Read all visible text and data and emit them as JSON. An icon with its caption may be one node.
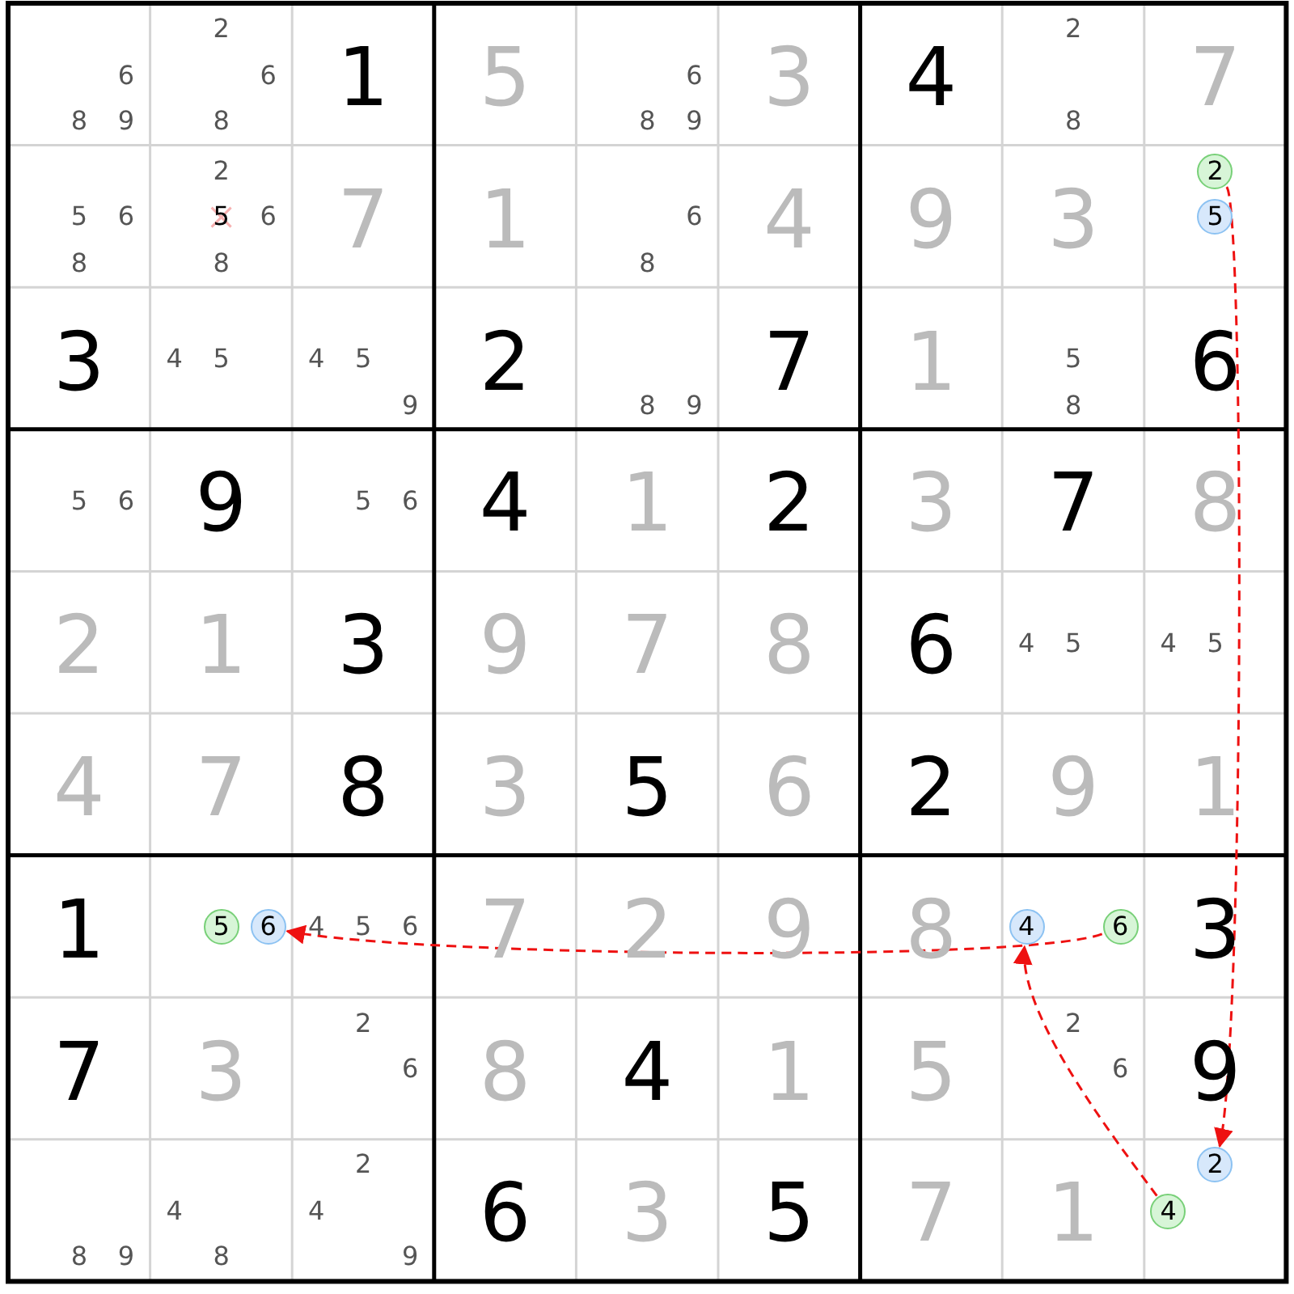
{
  "diagram": {
    "nodes": [
      {
        "text": [
          "2"
        ]
      },
      {
        "text": [
          "5"
        ]
      },
      {
        "text": [
          "5"
        ]
      },
      {
        "text": [
          "6"
        ]
      },
      {
        "text": [
          "4"
        ]
      },
      {
        "text": [
          "6"
        ]
      },
      {
        "text": [
          "2"
        ]
      },
      {
        "text": [
          "4"
        ]
      }
    ],
    "edges": [
      {
        "from": 0,
        "to": 6,
        "arrow": "to",
        "style": "dashed"
      },
      {
        "from": 7,
        "to": 4,
        "arrow": "to",
        "style": "dashed"
      },
      {
        "from": 5,
        "to": 3,
        "arrow": "to",
        "style": "dashed"
      }
    ],
    "labels": [
      "6",
      "8",
      "9",
      "2",
      "6",
      "8",
      "1",
      "5",
      "6",
      "8",
      "9",
      "3",
      "4",
      "2",
      "8",
      "7",
      "5",
      "6",
      "8",
      "2",
      "5",
      "6",
      "8",
      "7",
      "1",
      "6",
      "8",
      "4",
      "9",
      "3",
      "3",
      "4",
      "5",
      "4",
      "5",
      "9",
      "2",
      "8",
      "9",
      "7",
      "1",
      "5",
      "8",
      "6",
      "5",
      "6",
      "9",
      "5",
      "6",
      "4",
      "1",
      "2",
      "3",
      "7",
      "8",
      "2",
      "1",
      "3",
      "9",
      "7",
      "8",
      "6",
      "4",
      "5",
      "4",
      "5",
      "4",
      "7",
      "8",
      "3",
      "5",
      "6",
      "2",
      "9",
      "1",
      "1",
      "4",
      "5",
      "6",
      "7",
      "2",
      "9",
      "8",
      "3",
      "7",
      "3",
      "2",
      "6",
      "8",
      "4",
      "1",
      "5",
      "2",
      "6",
      "9",
      "8",
      "9",
      "4",
      "8",
      "2",
      "4",
      "9",
      "6",
      "3",
      "5",
      "7",
      "1"
    ]
  }
}
